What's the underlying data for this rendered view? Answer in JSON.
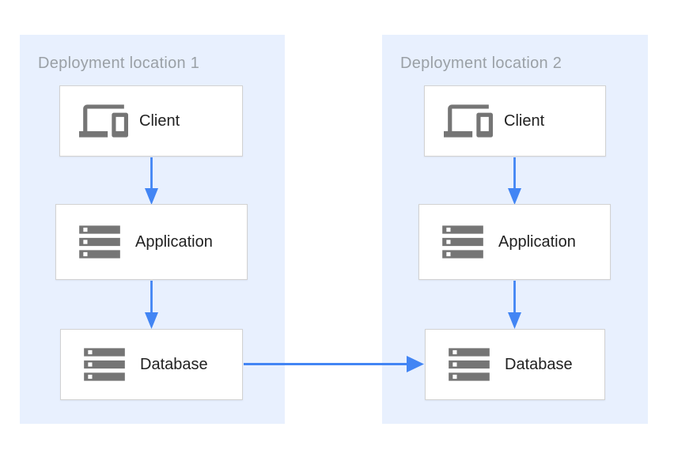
{
  "diagram": {
    "groups": [
      {
        "title": "Deployment location 1",
        "nodes": [
          {
            "label": "Client",
            "icon": "devices-icon"
          },
          {
            "label": "Application",
            "icon": "server-stack-icon"
          },
          {
            "label": "Database",
            "icon": "server-stack-icon"
          }
        ]
      },
      {
        "title": "Deployment location 2",
        "nodes": [
          {
            "label": "Client",
            "icon": "devices-icon"
          },
          {
            "label": "Application",
            "icon": "server-stack-icon"
          },
          {
            "label": "Database",
            "icon": "server-stack-icon"
          }
        ]
      }
    ],
    "edges": [
      {
        "from": "client-1",
        "to": "application-1"
      },
      {
        "from": "application-1",
        "to": "database-1"
      },
      {
        "from": "client-2",
        "to": "application-2"
      },
      {
        "from": "application-2",
        "to": "database-2"
      },
      {
        "from": "database-1",
        "to": "database-2"
      }
    ],
    "colors": {
      "panel_bg": "#E8F0FE",
      "arrow": "#4285F4",
      "icon": "#757575",
      "node_bg": "#FFFFFF",
      "node_border": "#D2D2D2",
      "title_text": "#9AA0A6",
      "label_text": "#212121",
      "page_bg": "#FFFFFF"
    }
  }
}
